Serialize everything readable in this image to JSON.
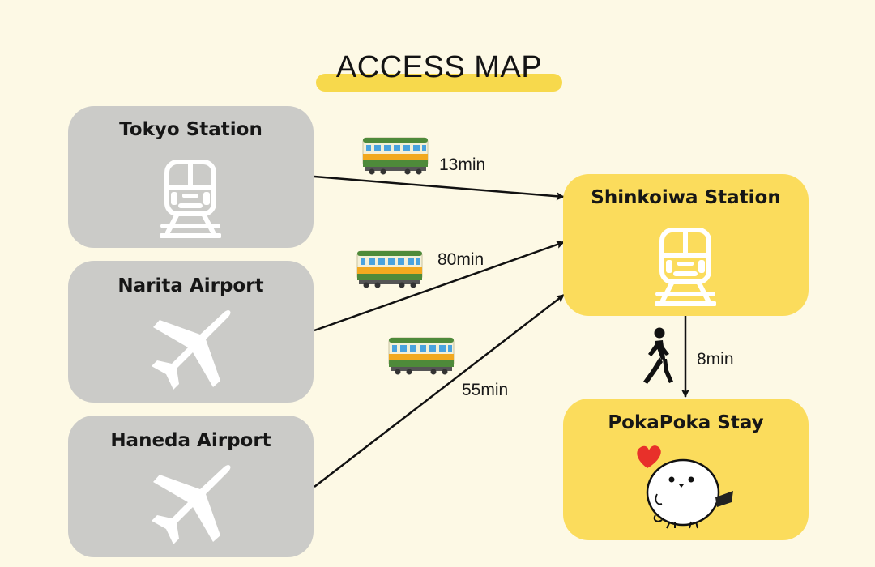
{
  "title": "ACCESS MAP",
  "origins": [
    {
      "label": "Tokyo Station",
      "icon": "train-icon"
    },
    {
      "label": "Narita Airport",
      "icon": "airplane-icon"
    },
    {
      "label": "Haneda Airport",
      "icon": "airplane-icon"
    }
  ],
  "hub": {
    "label": "Shinkoiwa Station",
    "icon": "train-icon"
  },
  "destination": {
    "label": "PokaPoka Stay",
    "icon": "bird-mascot-icon"
  },
  "routes": [
    {
      "from": "Tokyo Station",
      "to": "Shinkoiwa Station",
      "mode": "train",
      "time": "13min"
    },
    {
      "from": "Narita Airport",
      "to": "Shinkoiwa Station",
      "mode": "train",
      "time": "80min"
    },
    {
      "from": "Haneda Airport",
      "to": "Shinkoiwa Station",
      "mode": "train",
      "time": "55min"
    },
    {
      "from": "Shinkoiwa Station",
      "to": "PokaPoka Stay",
      "mode": "walk",
      "time": "8min"
    }
  ],
  "colors": {
    "background": "#fdf9e5",
    "highlight": "#fbdc5c",
    "origin_box": "#cbcbc8",
    "heart": "#e8302a"
  }
}
